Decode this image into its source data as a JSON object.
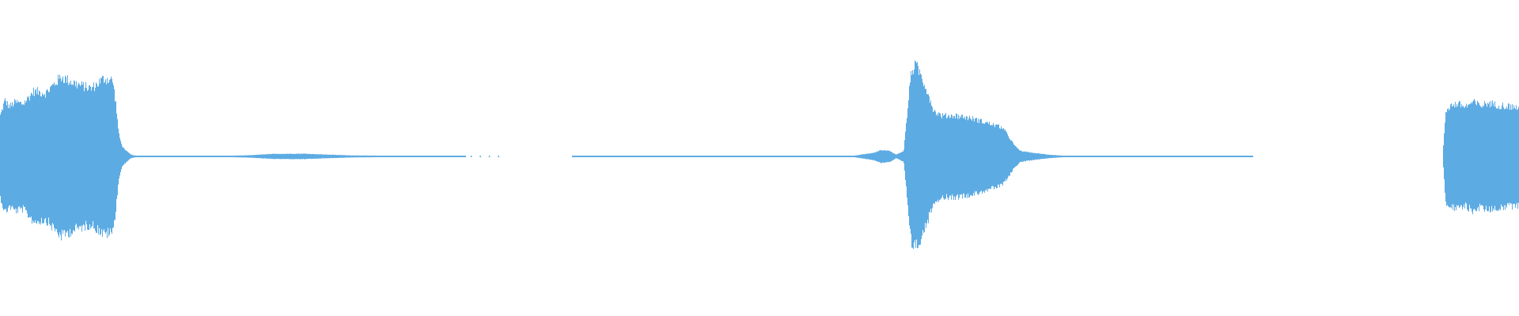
{
  "colors": {
    "background": "#ffffff",
    "waveform": "#5dabe3"
  },
  "chart_data": {
    "type": "area",
    "title": "",
    "xlabel": "",
    "ylabel": "",
    "grid": false,
    "legend": "none",
    "xlim": [
      0,
      1
    ],
    "ylim": [
      -1,
      1
    ],
    "envelope": {
      "x": [
        0.0,
        0.003,
        0.006,
        0.01,
        0.015,
        0.022,
        0.03,
        0.04,
        0.05,
        0.06,
        0.068,
        0.074,
        0.076,
        0.078,
        0.08,
        0.083,
        0.086,
        0.09,
        0.12,
        0.15,
        0.165,
        0.18,
        0.2,
        0.215,
        0.235,
        0.26,
        0.29,
        0.305,
        0.307,
        0.32,
        0.33,
        0.335,
        0.445,
        0.46,
        0.5,
        0.54,
        0.56,
        0.575,
        0.58,
        0.586,
        0.59,
        0.595,
        0.6,
        0.603,
        0.605,
        0.61,
        0.615,
        0.62,
        0.63,
        0.64,
        0.66,
        0.665,
        0.668,
        0.672,
        0.68,
        0.69,
        0.7,
        0.705,
        0.72,
        0.76,
        0.79,
        0.82,
        0.83,
        0.95,
        0.952,
        0.955,
        0.96,
        0.965,
        0.97,
        0.975,
        0.98,
        0.985,
        0.99,
        0.995,
        1.0
      ],
      "amplitude": [
        0.45,
        0.62,
        0.55,
        0.6,
        0.58,
        0.72,
        0.7,
        0.88,
        0.8,
        0.75,
        0.86,
        0.84,
        0.6,
        0.25,
        0.12,
        0.06,
        0.02,
        0.005,
        0.006,
        0.007,
        0.014,
        0.028,
        0.03,
        0.02,
        0.01,
        0.008,
        0.007,
        0.006,
        0.0,
        0.0,
        0.0,
        0.0,
        0.004,
        0.004,
        0.005,
        0.006,
        0.003,
        0.04,
        0.07,
        0.06,
        0.02,
        0.06,
        0.95,
        1.0,
        0.95,
        0.75,
        0.5,
        0.45,
        0.45,
        0.42,
        0.32,
        0.2,
        0.12,
        0.06,
        0.04,
        0.02,
        0.008,
        0.004,
        0.003,
        0.003,
        0.003,
        0.003,
        0.0,
        0.0,
        0.5,
        0.56,
        0.58,
        0.55,
        0.6,
        0.56,
        0.59,
        0.57,
        0.56,
        0.55,
        0.54
      ]
    },
    "dots": {
      "x": [
        0.128,
        0.135,
        0.14,
        0.31,
        0.316,
        0.322,
        0.328,
        0.445,
        0.45,
        0.69,
        0.705,
        0.726,
        0.755,
        0.78,
        0.785,
        0.79,
        0.8,
        0.81,
        0.82
      ],
      "amplitude": [
        0.004,
        0.004,
        0.004,
        0.004,
        0.004,
        0.004,
        0.004,
        0.004,
        0.004,
        0.004,
        0.004,
        0.004,
        0.004,
        0.004,
        0.004,
        0.004,
        0.004,
        0.004,
        0.004
      ]
    }
  }
}
